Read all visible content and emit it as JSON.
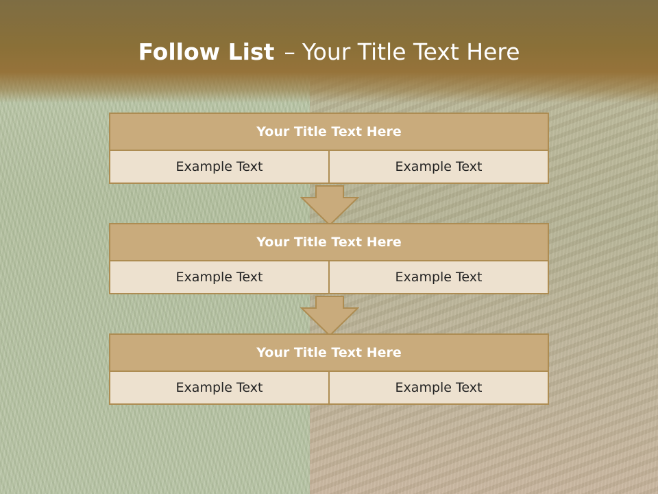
{
  "slide": {
    "title_bold": "Follow List",
    "title_separator": "–",
    "title_rest": "Your Title Text Here"
  },
  "blocks": [
    {
      "title": "Your Title Text Here",
      "left": "Example Text",
      "right": "Example Text"
    },
    {
      "title": "Your Title Text Here",
      "left": "Example Text",
      "right": "Example Text"
    },
    {
      "title": "Your Title Text Here",
      "left": "Example Text",
      "right": "Example Text"
    }
  ],
  "colors": {
    "header_band": "#8a7038",
    "block_header": "#c9ab7c",
    "block_border": "#ad8c52",
    "cell_fill": "#ede1cf",
    "arrow_fill": "#c9ab7c"
  },
  "icons": [
    "down-arrow-icon",
    "down-arrow-icon"
  ]
}
